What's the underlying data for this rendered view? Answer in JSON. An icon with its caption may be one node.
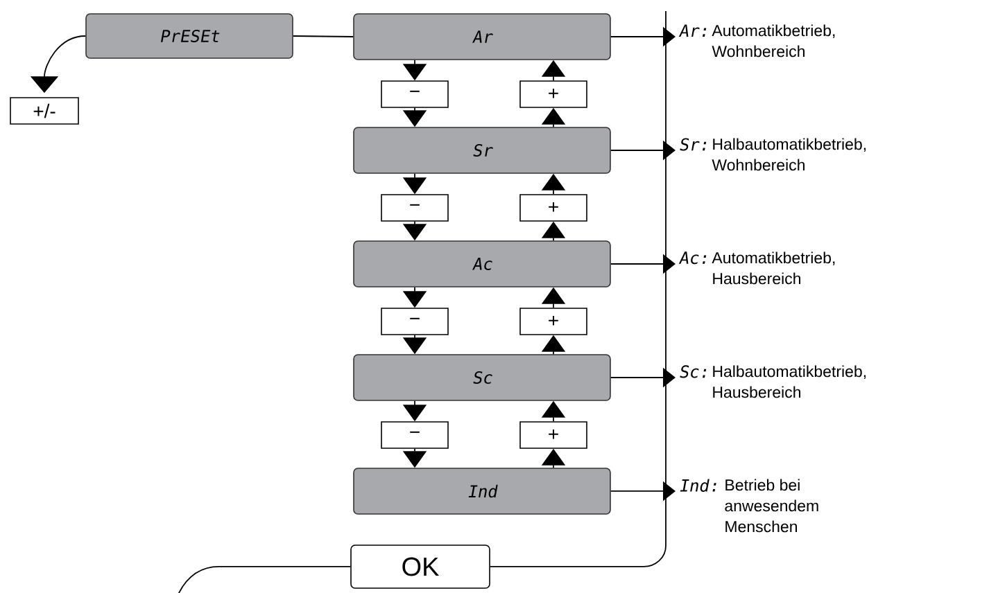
{
  "diagram": {
    "nodes": [
      {
        "text": [
          "PrESEt"
        ]
      },
      {
        "text": [
          "+/-"
        ]
      },
      {
        "text": [
          "Ar"
        ]
      },
      {
        "text": [
          "Sr"
        ]
      },
      {
        "text": [
          "Ac"
        ]
      },
      {
        "text": [
          "Sc"
        ]
      },
      {
        "text": [
          "Ind"
        ]
      },
      {
        "text": [
          "−"
        ]
      },
      {
        "text": [
          "−"
        ]
      },
      {
        "text": [
          "−"
        ]
      },
      {
        "text": [
          "−"
        ]
      },
      {
        "text": [
          "+"
        ]
      },
      {
        "text": [
          "+"
        ]
      },
      {
        "text": [
          "+"
        ]
      },
      {
        "text": [
          "+"
        ]
      },
      {
        "text": [
          "Ar:",
          "Automatikbetrieb, Wohnbereich"
        ]
      },
      {
        "text": [
          "Sr:",
          "Halbautomatikbetrieb, Wohnbereich"
        ]
      },
      {
        "text": [
          "Ac:",
          "Automatikbetrieb, Hausbereich"
        ]
      },
      {
        "text": [
          "Sc:",
          "Halbautomatikbetrieb, Hausbereich"
        ]
      },
      {
        "text": [
          "Ind:",
          "Betrieb bei anwesendem Menschen"
        ]
      },
      {
        "text": [
          "OK"
        ]
      }
    ],
    "edges": [
      {
        "from": 0,
        "to": 2,
        "arrow": "none"
      },
      {
        "from": 0,
        "to": 1,
        "arrow": "to"
      },
      {
        "from": 2,
        "to": 7,
        "arrow": "to"
      },
      {
        "from": 7,
        "to": 3,
        "arrow": "to"
      },
      {
        "from": 3,
        "to": 11,
        "arrow": "to"
      },
      {
        "from": 11,
        "to": 2,
        "arrow": "to"
      },
      {
        "from": 3,
        "to": 8,
        "arrow": "to"
      },
      {
        "from": 8,
        "to": 4,
        "arrow": "to"
      },
      {
        "from": 4,
        "to": 12,
        "arrow": "to"
      },
      {
        "from": 12,
        "to": 3,
        "arrow": "to"
      },
      {
        "from": 4,
        "to": 9,
        "arrow": "to"
      },
      {
        "from": 9,
        "to": 5,
        "arrow": "to"
      },
      {
        "from": 5,
        "to": 13,
        "arrow": "to"
      },
      {
        "from": 13,
        "to": 4,
        "arrow": "to"
      },
      {
        "from": 5,
        "to": 10,
        "arrow": "to"
      },
      {
        "from": 10,
        "to": 6,
        "arrow": "to"
      },
      {
        "from": 6,
        "to": 14,
        "arrow": "to"
      },
      {
        "from": 14,
        "to": 5,
        "arrow": "to"
      },
      {
        "from": 2,
        "to": 15,
        "arrow": "to"
      },
      {
        "from": 3,
        "to": 16,
        "arrow": "to"
      },
      {
        "from": 4,
        "to": 17,
        "arrow": "to"
      },
      {
        "from": 5,
        "to": 18,
        "arrow": "to"
      },
      {
        "from": 6,
        "to": 19,
        "arrow": "to"
      },
      {
        "from": 15,
        "to": 20,
        "arrow": "none"
      },
      {
        "from": 20,
        "to": null,
        "arrow": "none"
      }
    ]
  }
}
